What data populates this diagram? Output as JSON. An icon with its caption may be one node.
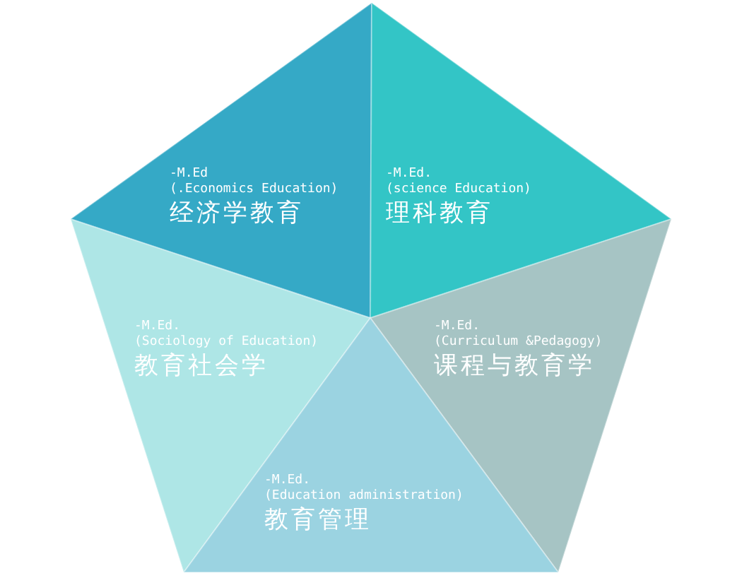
{
  "diagram": {
    "nodes": [
      {
        "text": [
          "-M.Ed",
          "(.Economics Education)",
          "经济学教育"
        ]
      },
      {
        "text": [
          "-M.Ed.",
          "(science Education)",
          "理科教育"
        ]
      },
      {
        "text": [
          "-M.Ed.",
          "(Sociology of Education)",
          "教育社会学"
        ]
      },
      {
        "text": [
          "-M.Ed.",
          "(Curriculum &Pedagogy)",
          "课程与教育学"
        ]
      },
      {
        "text": [
          "-M.Ed.",
          "(Education administration)",
          "教育管理"
        ]
      }
    ]
  }
}
